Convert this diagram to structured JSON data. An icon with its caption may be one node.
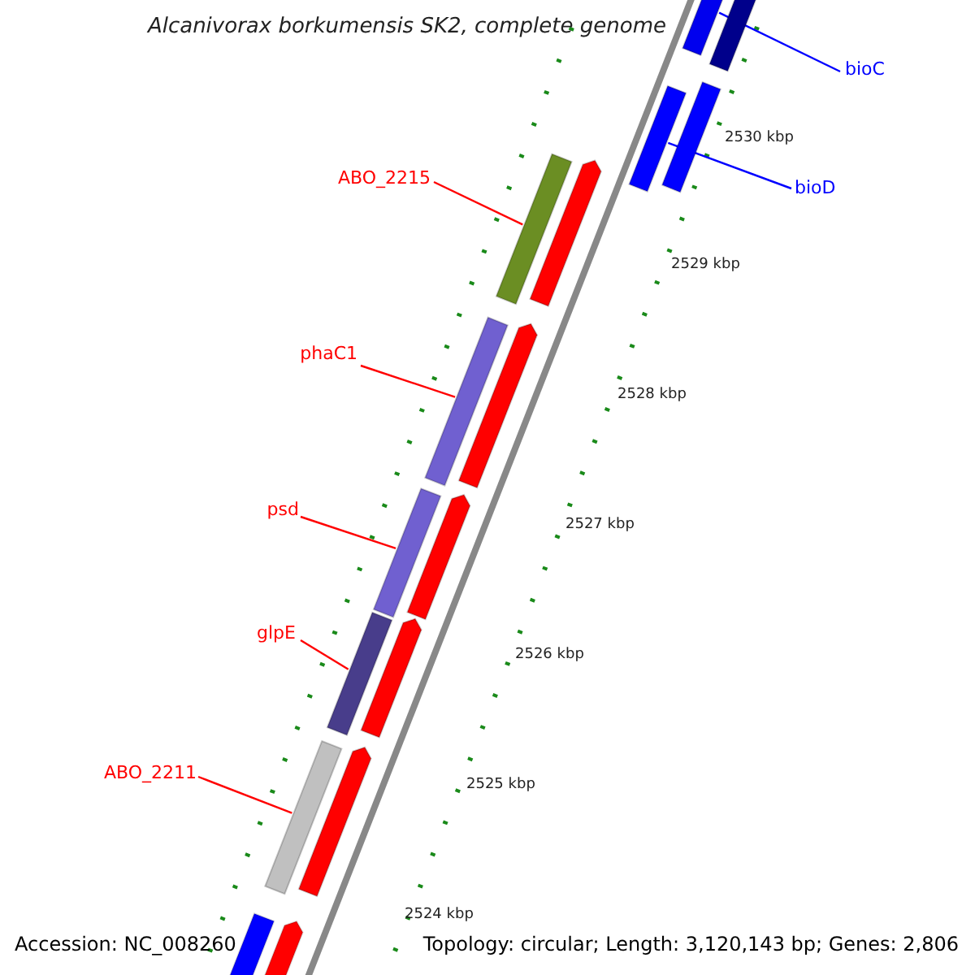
{
  "diagram": {
    "title": "Alcanivorax borkumensis SK2, complete genome",
    "nodes": [
      {
        "text": [
          "bioC"
        ]
      },
      {
        "text": [],
        "shape": "bar"
      },
      {
        "text": [
          "bioD"
        ]
      },
      {
        "text": [],
        "shape": "bar"
      },
      {
        "text": [
          "ABO_2215"
        ]
      },
      {
        "text": [],
        "shape": "bar"
      },
      {
        "text": [
          "phaC1"
        ]
      },
      {
        "text": [],
        "shape": "bar"
      },
      {
        "text": [
          "psd"
        ]
      },
      {
        "text": [],
        "shape": "bar"
      },
      {
        "text": [
          "glpE"
        ]
      },
      {
        "text": [],
        "shape": "bar"
      },
      {
        "text": [
          "ABO_2211"
        ]
      },
      {
        "text": [],
        "shape": "bar"
      }
    ],
    "edges": [
      {
        "from": 0,
        "to": 1,
        "arrow": "none",
        "color": "#0000ff"
      },
      {
        "from": 2,
        "to": 3,
        "arrow": "none",
        "color": "#0000ff"
      },
      {
        "from": 4,
        "to": 5,
        "arrow": "none"
      },
      {
        "from": 6,
        "to": 7,
        "arrow": "none"
      },
      {
        "from": 8,
        "to": 9,
        "arrow": "none"
      },
      {
        "from": 10,
        "to": 11,
        "arrow": "none"
      },
      {
        "from": 12,
        "to": 13,
        "arrow": "none"
      }
    ],
    "labels": [
      "2530 kbp",
      "2529 kbp",
      "2528 kbp",
      "2527 kbp",
      "2526 kbp",
      "2525 kbp",
      "2524 kbp",
      "Accession: NC_008260",
      "Topology: circular; Length: 3,120,143 bp; Genes: 2,806"
    ]
  }
}
